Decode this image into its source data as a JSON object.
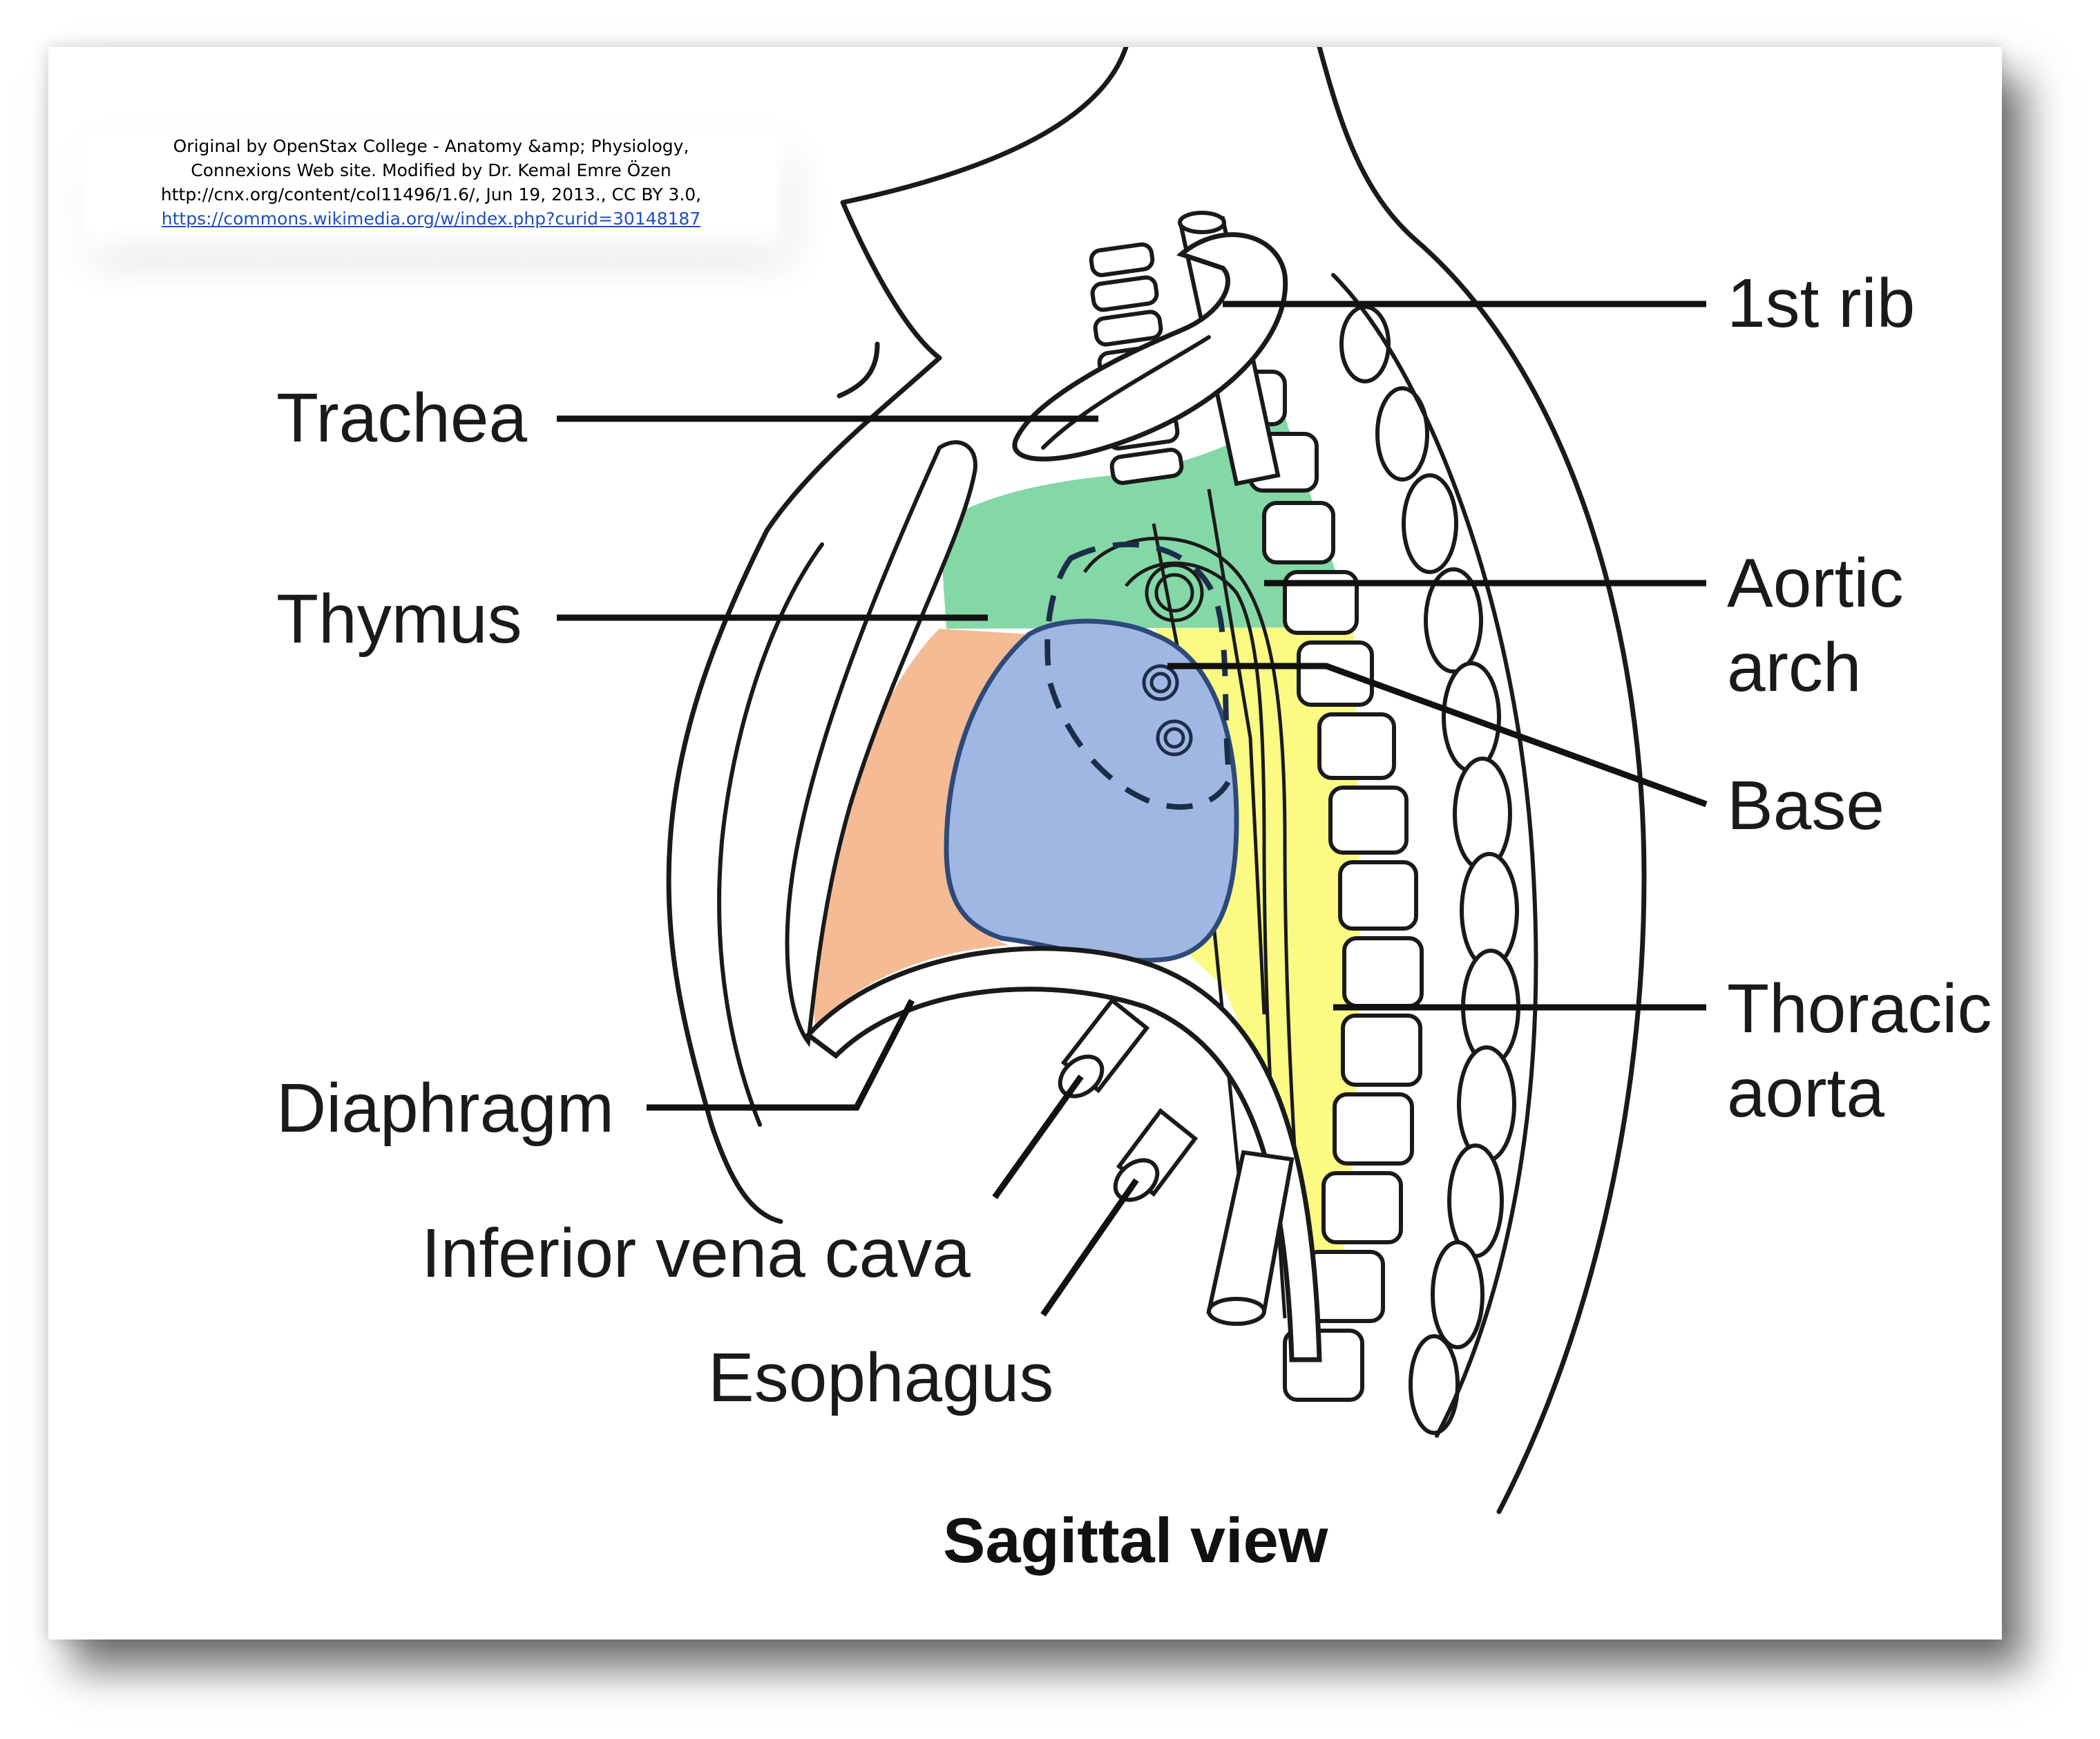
{
  "credit": {
    "line1": "Original by OpenStax College - Anatomy &amp; Physiology,",
    "line2": "Connexions Web site. Modified by Dr. Kemal Emre Özen",
    "line3": "http://cnx.org/content/col11496/1.6/, Jun 19, 2013., CC BY 3.0,",
    "link": "https://commons.wikimedia.org/w/index.php?curid=30148187"
  },
  "labels": {
    "first_rib": "1st rib",
    "trachea": "Trachea",
    "thymus": "Thymus",
    "aortic_arch_1": "Aortic",
    "aortic_arch_2": "arch",
    "base": "Base",
    "thoracic_aorta_1": "Thoracic",
    "thoracic_aorta_2": "aorta",
    "diaphragm": "Diaphragm",
    "inferior_vena_cava": "Inferior vena cava",
    "esophagus": "Esophagus"
  },
  "caption": "Sagittal view",
  "colors": {
    "region_green": "#84d8a6",
    "region_yellow": "#fbfb84",
    "region_orange": "#f4bb94",
    "region_blue": "#a1b7e3",
    "outline": "#1a1a1a",
    "heart_outline": "#2e4a7a",
    "dashed": "#1c2d4a"
  }
}
